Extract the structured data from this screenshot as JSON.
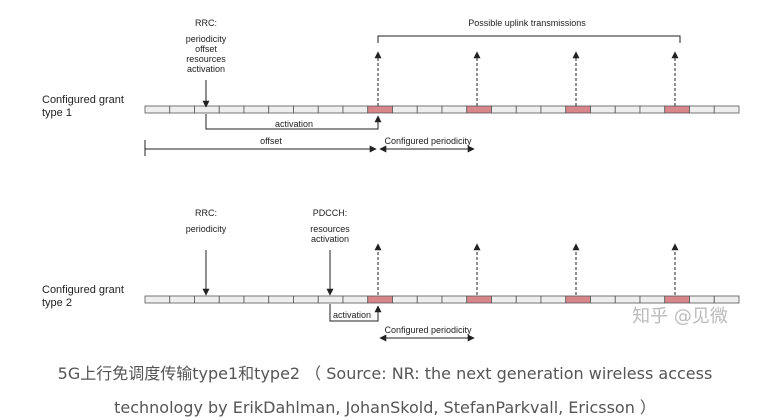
{
  "type1": {
    "label_line1": "Configured grant",
    "label_line2": "type 1",
    "rrc_title": "RRC:",
    "rrc_lines": [
      "periodicity",
      "offset",
      "resources",
      "activation"
    ],
    "activation_label": "activation",
    "offset_label": "offset",
    "periodicity_label": "Configured periodicity",
    "uplink_label": "Possible uplink transmissions"
  },
  "type2": {
    "label_line1": "Configured grant",
    "label_line2": "type 2",
    "rrc_title": "RRC:",
    "rrc_lines": [
      "periodicity"
    ],
    "pdcch_title": "PDCCH:",
    "pdcch_lines": [
      "resources",
      "activation"
    ],
    "activation_label": "activation",
    "periodicity_label": "Configured periodicity"
  },
  "watermark": "知乎 @见微",
  "caption": {
    "line1": "5G上行免调度传输type1和type2 （ Source: NR: the next generation wireless access",
    "line2": "technology by ErikDahlman, JohanSkold, StefanParkvall, Ericsson ）"
  },
  "colors": {
    "slot_fill": "#eeeeee",
    "slot_stroke": "#555555",
    "grant_fill": "#d9868b",
    "line": "#222222",
    "text": "#222222",
    "caption": "#555555",
    "watermark": "#bbbbbb"
  }
}
